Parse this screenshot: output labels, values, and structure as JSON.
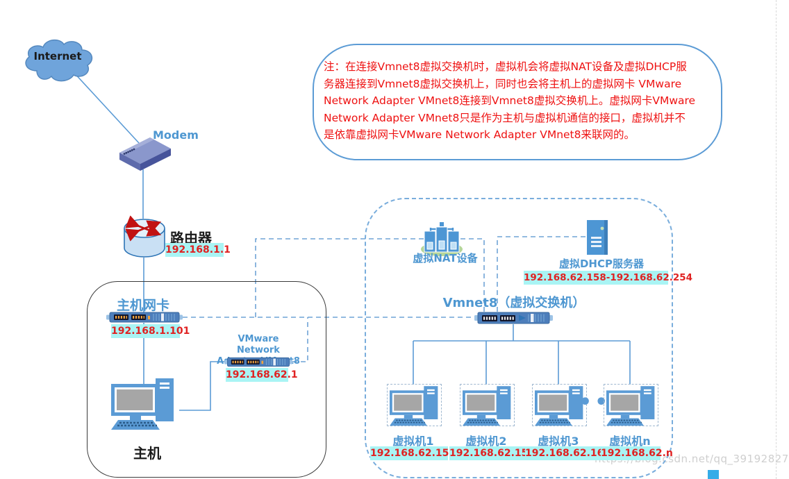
{
  "colors": {
    "badge_bg": "#A9F4F4",
    "badge_text": "#E02222",
    "label_blue": "#4E97D1",
    "line_blue": "#5B9BD5",
    "dashed_line_blue": "#6FA3D6",
    "note_text_red": "#EE1111",
    "note_border_blue": "#5B9BD5",
    "node_label_black": "#1B1B1B",
    "watermark_gray": "#CFCFCF",
    "artifact_blue": "#35ACE8"
  },
  "note": {
    "lines": [
      "注：在连接Vmnet8虚拟交换机时，虚拟机会将虚拟NAT设备及虚拟DHCP服",
      "务器连接到Vmnet8虚拟交换机上，同时也会将主机上的虚拟网卡 VMware",
      "Network Adapter VMnet8连接到Vmnet8虚拟交换机上。虚拟网卡VMware",
      "Network Adapter VMnet8只是作为主机与虚拟机通信的接口，虚拟机并不",
      "是依靠虚拟网卡VMware Network Adapter VMnet8来联网的。"
    ]
  },
  "nodes": {
    "internet": {
      "label": "Internet"
    },
    "modem": {
      "label": "Modem"
    },
    "router": {
      "label": "路由器",
      "ip": "192.168.1.1"
    },
    "host_nic": {
      "label": "主机网卡",
      "ip": "192.168.1.101"
    },
    "vmnet8_adapter": {
      "label": "VMware Network Adapter VMnet8",
      "ip": "192.168.62.1"
    },
    "host": {
      "label": "主机"
    },
    "nat": {
      "label": "虚拟NAT设备"
    },
    "dhcp": {
      "label": "虚拟DHCP服务器",
      "ip_range": "192.168.62.158-192.168.62.254"
    },
    "vswitch": {
      "label": "Vmnet8（虚拟交换机）"
    },
    "vms": [
      {
        "label": "虚拟机1",
        "ip": "192.168.62.158"
      },
      {
        "label": "虚拟机2",
        "ip": "192.168.62.159"
      },
      {
        "label": "虚拟机3",
        "ip": "192.168.62.160"
      },
      {
        "label": "虚拟机n",
        "ip": "192.168.62.n"
      }
    ],
    "ellipsis": "•••"
  },
  "watermark": "https://blog.csdn.net/qq_39192827"
}
